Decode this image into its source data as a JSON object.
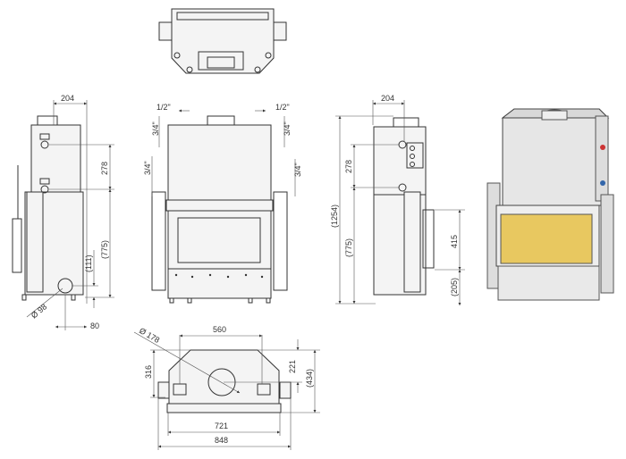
{
  "drawing": {
    "title": "Fireplace insert dimensional drawing",
    "colors": {
      "line": "#333333",
      "firebox": "#e8c860",
      "body": "#e6e6e6"
    },
    "side_left": {
      "width": "204",
      "pipe_spacing": "278",
      "height_lower": "(775)",
      "outlet_height": "(111)",
      "outlet_diameter": "Ø 98",
      "outlet_offset": "80"
    },
    "front": {
      "top_left": "1/2\"",
      "top_right": "1/2\"",
      "left_upper": "3/4\"",
      "left_lower": "3/4\"",
      "right_upper": "3/4\"",
      "right_lower": "3/4\""
    },
    "side_right": {
      "width": "204",
      "total_height": "(1254)",
      "pipe_spacing": "278",
      "height_lower": "(775)",
      "door_height": "415",
      "base_height": "(205)"
    },
    "plan": {
      "flue_diameter": "Ø 178",
      "top_width": "560",
      "depth": "316",
      "flue_offset": "221",
      "total_depth": "(434)",
      "inner_width": "721",
      "total_width": "848"
    }
  }
}
